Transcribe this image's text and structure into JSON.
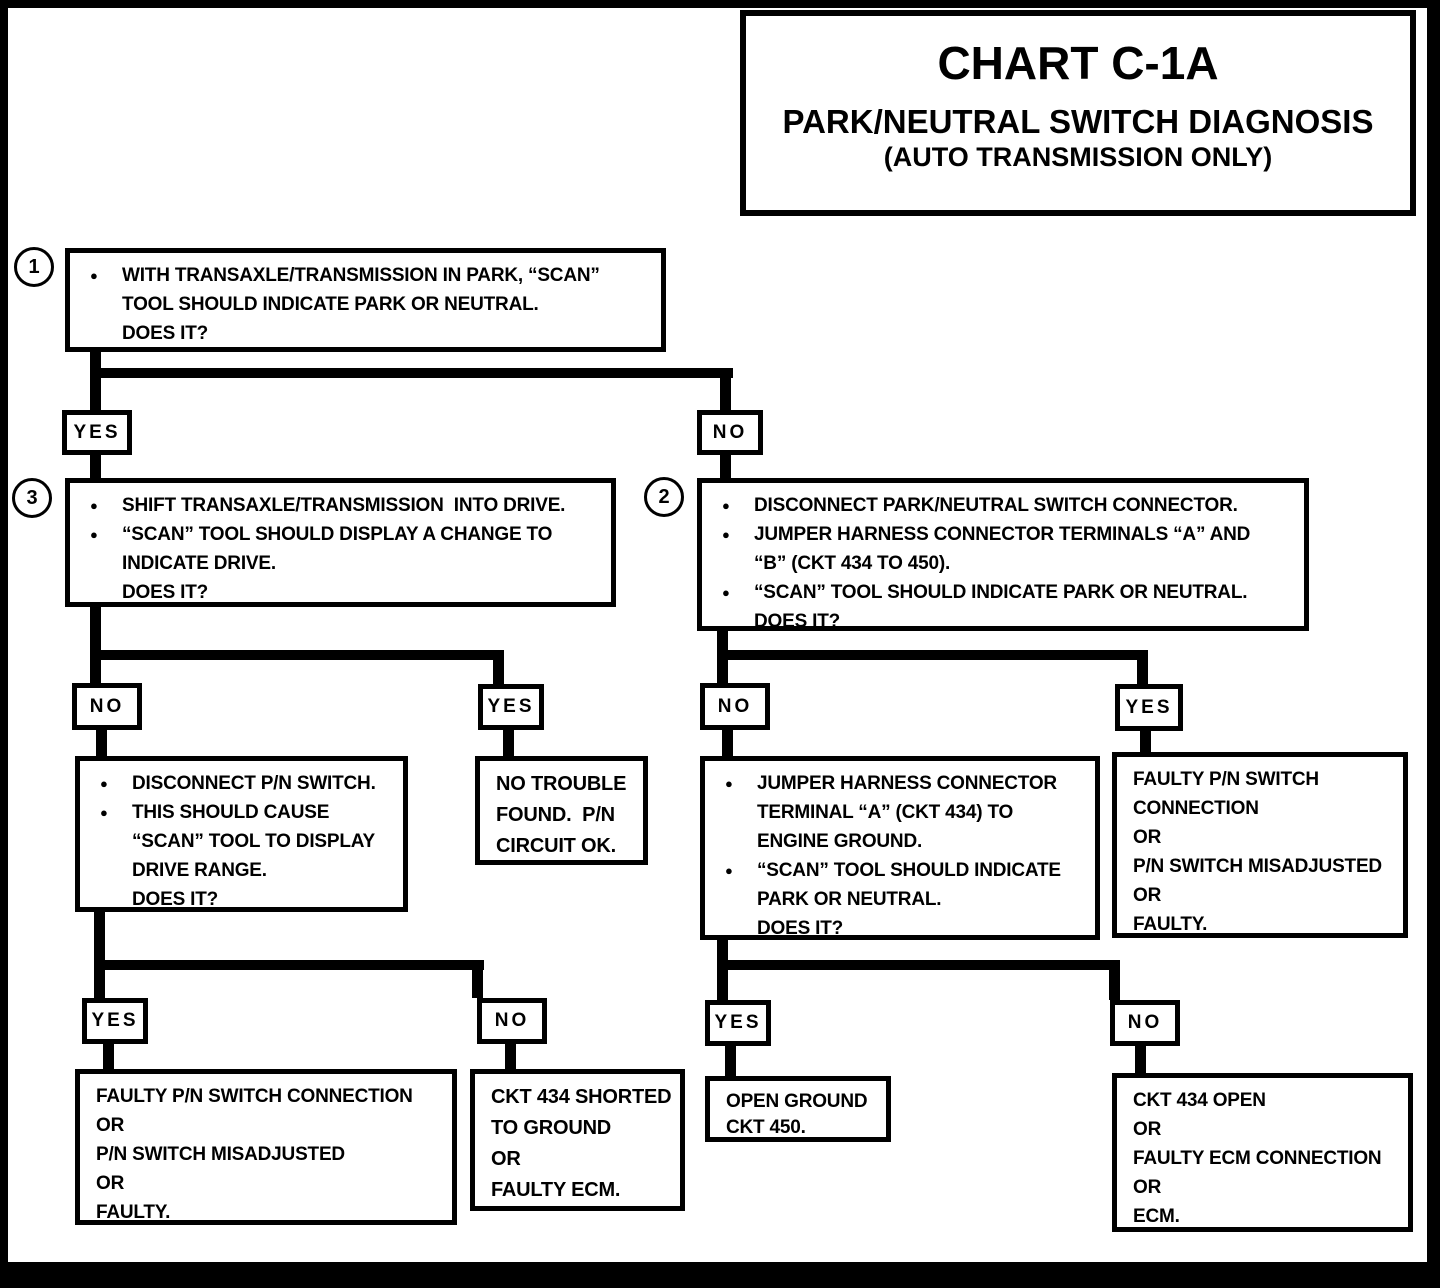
{
  "title": {
    "line1": "CHART C-1A",
    "line2": "PARK/NEUTRAL SWITCH DIAGNOSIS",
    "line3": "(AUTO TRANSMISSION ONLY)"
  },
  "bullet_char": "●",
  "labels": {
    "yes": "YES",
    "no": "NO"
  },
  "steps": {
    "s1": {
      "num": "1",
      "lines": [
        {
          "b": 1,
          "t": "WITH TRANSAXLE/TRANSMISSION IN PARK, “SCAN”"
        },
        {
          "t": "TOOL SHOULD INDICATE PARK OR NEUTRAL."
        },
        {
          "t": "DOES IT?"
        }
      ]
    },
    "s3": {
      "num": "3",
      "lines": [
        {
          "b": 1,
          "t": "SHIFT TRANSAXLE/TRANSMISSION  INTO DRIVE."
        },
        {
          "b": 1,
          "t": "“SCAN” TOOL SHOULD DISPLAY A CHANGE TO"
        },
        {
          "t": "INDICATE DRIVE."
        },
        {
          "t": "DOES IT?"
        }
      ]
    },
    "s2": {
      "num": "2",
      "lines": [
        {
          "b": 1,
          "t": "DISCONNECT PARK/NEUTRAL SWITCH CONNECTOR."
        },
        {
          "b": 1,
          "t": "JUMPER HARNESS CONNECTOR TERMINALS “A” AND"
        },
        {
          "t": "“B” (CKT 434 TO 450)."
        },
        {
          "b": 1,
          "t": "“SCAN” TOOL SHOULD INDICATE PARK OR NEUTRAL."
        },
        {
          "t": "DOES IT?"
        }
      ]
    },
    "disconnect_pn": {
      "lines": [
        {
          "b": 1,
          "t": "DISCONNECT P/N SWITCH."
        },
        {
          "b": 1,
          "t": "THIS SHOULD CAUSE"
        },
        {
          "t": "“SCAN” TOOL TO DISPLAY"
        },
        {
          "t": "DRIVE RANGE."
        },
        {
          "t": "DOES IT?"
        }
      ]
    },
    "no_trouble": {
      "lines": [
        {
          "t": "NO TROUBLE"
        },
        {
          "t": "FOUND.  P/N"
        },
        {
          "t": "CIRCUIT OK."
        }
      ]
    },
    "jumper_ground": {
      "lines": [
        {
          "b": 1,
          "t": "JUMPER HARNESS CONNECTOR"
        },
        {
          "t": "TERMINAL “A” (CKT 434) TO"
        },
        {
          "t": "ENGINE GROUND."
        },
        {
          "b": 1,
          "t": "“SCAN” TOOL SHOULD INDICATE"
        },
        {
          "t": "PARK OR NEUTRAL."
        },
        {
          "t": "DOES IT?"
        }
      ]
    },
    "faulty_pn_right": {
      "lines": [
        {
          "t": "FAULTY P/N SWITCH"
        },
        {
          "t": "CONNECTION"
        },
        {
          "t": "OR"
        },
        {
          "t": "P/N SWITCH MISADJUSTED"
        },
        {
          "t": "OR"
        },
        {
          "t": "FAULTY."
        }
      ]
    },
    "faulty_pn_left": {
      "lines": [
        {
          "t": "FAULTY P/N SWITCH CONNECTION"
        },
        {
          "t": "OR"
        },
        {
          "t": "P/N SWITCH MISADJUSTED"
        },
        {
          "t": "OR"
        },
        {
          "t": "FAULTY."
        }
      ]
    },
    "ckt434_shorted": {
      "lines": [
        {
          "t": "CKT 434 SHORTED"
        },
        {
          "t": "TO GROUND"
        },
        {
          "t": "OR"
        },
        {
          "t": "FAULTY ECM."
        }
      ]
    },
    "open_ground": {
      "lines": [
        {
          "t": "OPEN GROUND"
        },
        {
          "t": "CKT 450."
        }
      ]
    },
    "ckt434_open": {
      "lines": [
        {
          "t": "CKT 434 OPEN"
        },
        {
          "t": "OR"
        },
        {
          "t": "FAULTY ECM CONNECTION"
        },
        {
          "t": "OR"
        },
        {
          "t": "ECM."
        }
      ]
    }
  }
}
